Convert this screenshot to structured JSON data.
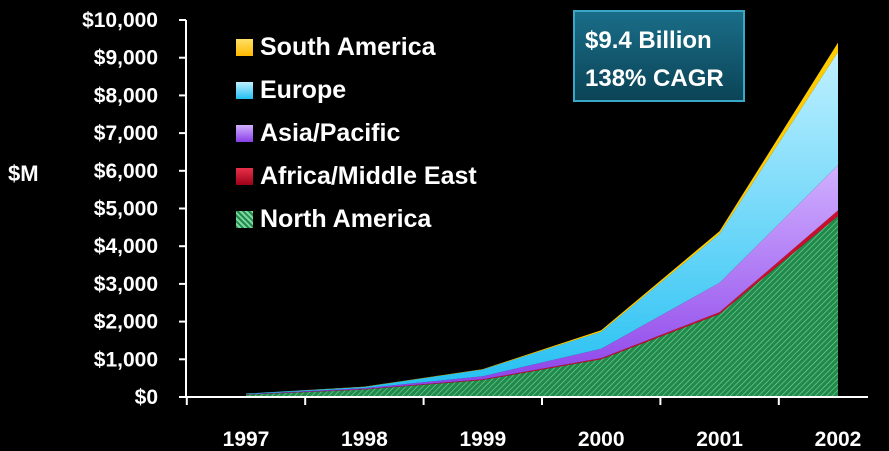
{
  "chart_data": {
    "type": "area",
    "stacked": true,
    "title": "",
    "xlabel": "",
    "ylabel": "$M",
    "ylim": [
      0,
      10000
    ],
    "yticks": [
      "$0",
      "$1,000",
      "$2,000",
      "$3,000",
      "$4,000",
      "$5,000",
      "$6,000",
      "$7,000",
      "$8,000",
      "$9,000",
      "$10,000"
    ],
    "x": [
      "1997",
      "1998",
      "1999",
      "2000",
      "2001",
      "2002"
    ],
    "legend_position": "top-left",
    "grid": false,
    "series": [
      {
        "name": "North America",
        "color": "#2e9e5a",
        "values": [
          60,
          200,
          450,
          1000,
          2200,
          4800
        ]
      },
      {
        "name": "Africa/Middle East",
        "color": "#c8102e",
        "values": [
          5,
          10,
          20,
          30,
          50,
          150
        ]
      },
      {
        "name": "Asia/Pacific",
        "color": "#a463f2",
        "values": [
          10,
          25,
          80,
          250,
          780,
          1200
        ]
      },
      {
        "name": "Europe",
        "color": "#33ccff",
        "values": [
          15,
          35,
          180,
          450,
          1300,
          3000
        ]
      },
      {
        "name": "South America",
        "color": "#ffcc00",
        "values": [
          2,
          5,
          10,
          40,
          70,
          250
        ]
      }
    ],
    "annotation": [
      "$9.4 Billion",
      "138% CAGR"
    ]
  },
  "legend": [
    {
      "label": "South America",
      "color": "#ffcc00"
    },
    {
      "label": "Europe",
      "color": "#33ccff"
    },
    {
      "label": "Asia/Pacific",
      "color": "#a463f2"
    },
    {
      "label": "Africa/Middle East",
      "color": "#c8102e"
    },
    {
      "label": "North America",
      "color": "#2e9e5a"
    }
  ]
}
